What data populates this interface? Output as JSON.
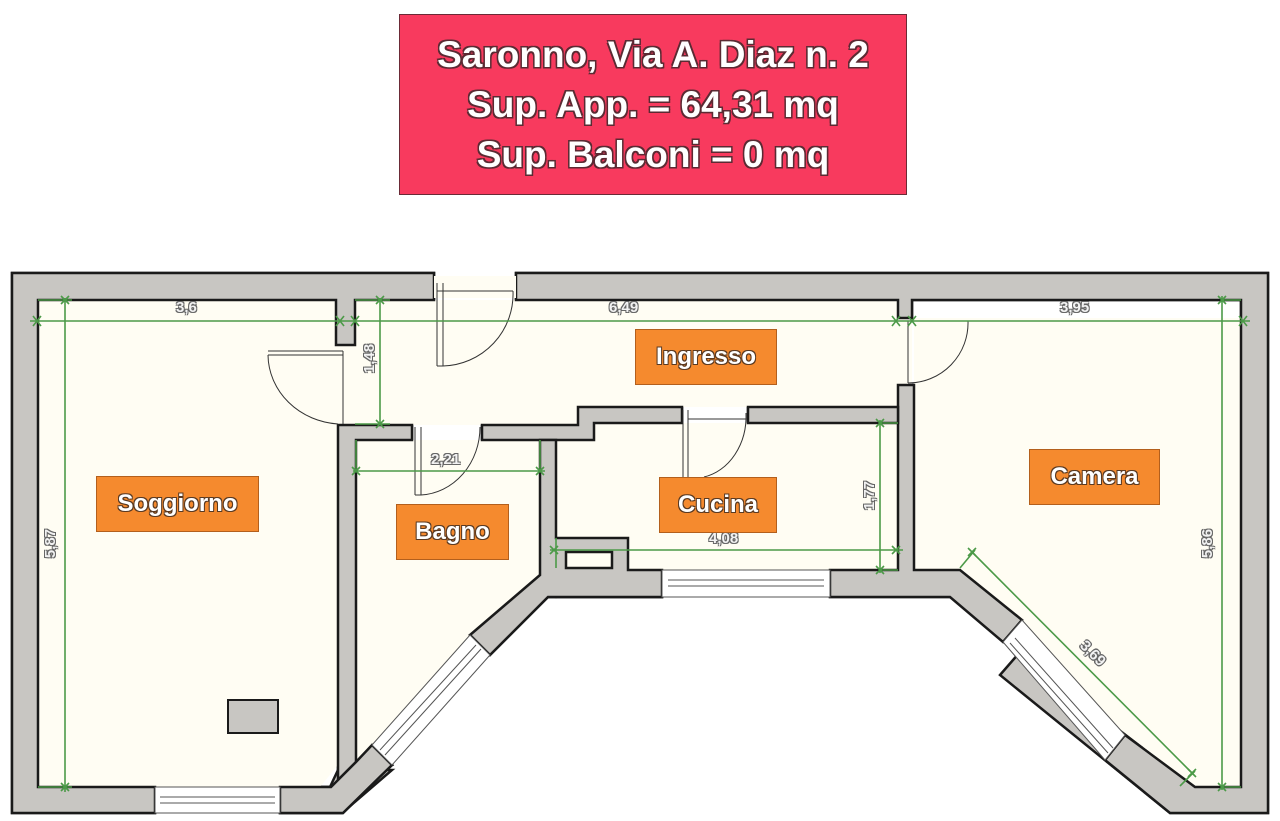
{
  "header": {
    "address": "Saronno, Via A. Diaz n. 2",
    "apartment_area": "Sup. App. = 64,31 mq",
    "balcony_area": "Sup. Balconi = 0 mq",
    "background_color": "#f83a5e"
  },
  "rooms": [
    {
      "name": "Ingresso"
    },
    {
      "name": "Soggiorno"
    },
    {
      "name": "Bagno"
    },
    {
      "name": "Cucina"
    },
    {
      "name": "Camera"
    }
  ],
  "dimensions": {
    "soggiorno_width": "3,6",
    "soggiorno_depth": "5,87",
    "ingresso_width": "6,49",
    "ingresso_depth": "1,48",
    "bagno_width": "2,21",
    "cucina_width": "4,08",
    "cucina_depth": "1,77",
    "camera_width": "3,95",
    "camera_depth": "5,86",
    "camera_diagonal": "3,69"
  },
  "colors": {
    "wall": "#c8c6c2",
    "floor": "#fffdf3",
    "label": "#f58a2e",
    "dimension_line": "#4c9a48"
  }
}
